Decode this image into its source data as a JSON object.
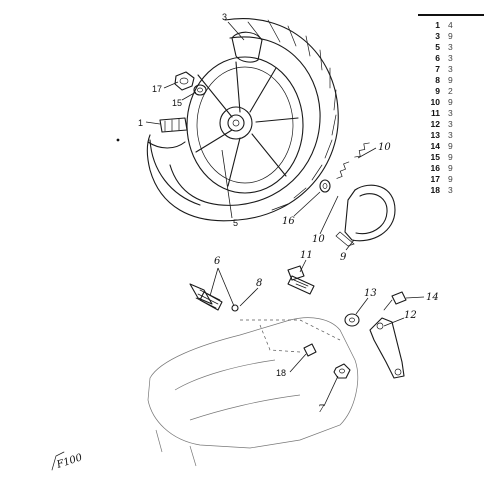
{
  "parts_table": {
    "rows": [
      {
        "ref": "1",
        "fragment": "4"
      },
      {
        "ref": "3",
        "fragment": "9"
      },
      {
        "ref": "5",
        "fragment": "3"
      },
      {
        "ref": "6",
        "fragment": "3"
      },
      {
        "ref": "7",
        "fragment": "3"
      },
      {
        "ref": "8",
        "fragment": "9"
      },
      {
        "ref": "9",
        "fragment": "2"
      },
      {
        "ref": "10",
        "fragment": "9"
      },
      {
        "ref": "11",
        "fragment": "3"
      },
      {
        "ref": "12",
        "fragment": "3"
      },
      {
        "ref": "13",
        "fragment": "3"
      },
      {
        "ref": "14",
        "fragment": "9"
      },
      {
        "ref": "15",
        "fragment": "9"
      },
      {
        "ref": "16",
        "fragment": "9"
      },
      {
        "ref": "17",
        "fragment": "9"
      },
      {
        "ref": "18",
        "fragment": "3"
      }
    ]
  },
  "callouts": {
    "c1": "1",
    "c3": "3",
    "c5": "5",
    "c6": "6",
    "c7": "7",
    "c8": "8",
    "c9": "9",
    "c10a": "10",
    "c10b": "10",
    "c11": "11",
    "c12": "12",
    "c13": "13",
    "c14": "14",
    "c15": "15",
    "c16": "16",
    "c17": "17",
    "c18": "18"
  },
  "figure_code": "F100"
}
